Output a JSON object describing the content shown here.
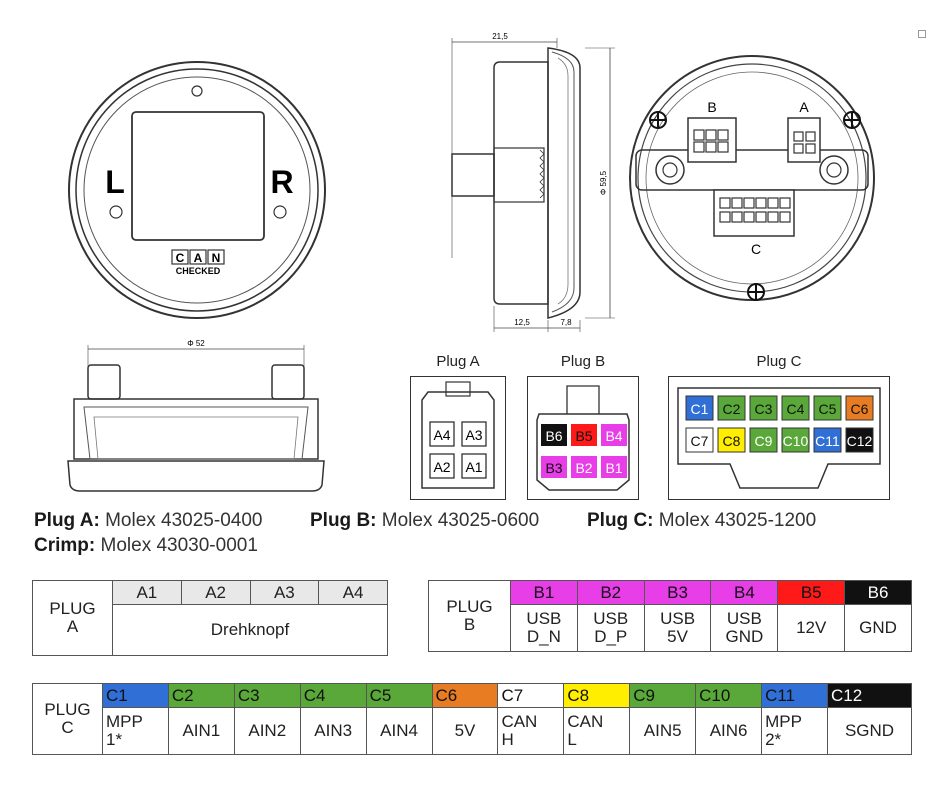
{
  "front_view": {
    "left_label": "L",
    "right_label": "R",
    "logo_top": [
      "C",
      "A",
      "N"
    ],
    "logo_bottom": "CHECKED"
  },
  "side_view": {
    "dim_top": "21,5",
    "dim_dia": "Φ 59,5",
    "dim_bottom_left": "12,5",
    "dim_bottom_right": "7,8"
  },
  "back_view": {
    "label_b": "B",
    "label_a": "A",
    "label_c": "C"
  },
  "bottom_view": {
    "dim_dia": "Φ 52"
  },
  "plugs": {
    "a": {
      "title": "Plug A",
      "pins": [
        "A4",
        "A3",
        "A2",
        "A1"
      ]
    },
    "b": {
      "title": "Plug B",
      "pins": [
        "B6",
        "B5",
        "B4",
        "B3",
        "B2",
        "B1"
      ]
    },
    "c": {
      "title": "Plug C",
      "pins": [
        "C1",
        "C2",
        "C3",
        "C4",
        "C5",
        "C6",
        "C7",
        "C8",
        "C9",
        "C10",
        "C11",
        "C12"
      ]
    }
  },
  "captions": {
    "plug_a_label": "Plug A:",
    "plug_a_value": " Molex 43025-0400",
    "plug_b_label": "Plug B:",
    "plug_b_value": " Molex 43025-0600",
    "plug_c_label": "Plug C:",
    "plug_c_value": " Molex 43025-1200",
    "crimp_label": "Crimp:",
    "crimp_value": " Molex 43030-0001"
  },
  "table_a": {
    "label1": "PLUG",
    "label2": "A",
    "pins": [
      "A1",
      "A2",
      "A3",
      "A4"
    ],
    "function": "Drehknopf"
  },
  "table_b": {
    "label1": "PLUG",
    "label2": "B",
    "pins": [
      "B1",
      "B2",
      "B3",
      "B4",
      "B5",
      "B6"
    ],
    "functions": [
      [
        "USB",
        "D_N"
      ],
      [
        "USB",
        "D_P"
      ],
      [
        "USB",
        "5V"
      ],
      [
        "USB",
        "GND"
      ],
      [
        "12V",
        ""
      ],
      [
        "GND",
        ""
      ]
    ]
  },
  "table_c": {
    "label1": "PLUG",
    "label2": "C",
    "pins": [
      "C1",
      "C2",
      "C3",
      "C4",
      "C5",
      "C6",
      "C7",
      "C8",
      "C9",
      "C10",
      "C11",
      "C12"
    ],
    "functions": [
      [
        "MPP",
        "1*"
      ],
      [
        "AIN1",
        ""
      ],
      [
        "AIN2",
        ""
      ],
      [
        "AIN3",
        ""
      ],
      [
        "AIN4",
        ""
      ],
      [
        "5V",
        ""
      ],
      [
        "CAN",
        "H"
      ],
      [
        "CAN",
        "L"
      ],
      [
        "AIN5",
        ""
      ],
      [
        "AIN6",
        ""
      ],
      [
        "MPP",
        "2*"
      ],
      [
        "SGND",
        ""
      ]
    ]
  },
  "colors": {
    "magenta": "#e83ee8",
    "red": "#ff1a1a",
    "black": "#111111",
    "blue": "#2f6fd6",
    "green": "#5aa83a",
    "orange": "#e77c23",
    "yellow": "#ffee00",
    "white": "#ffffff",
    "grey": "#e8e8e8"
  }
}
